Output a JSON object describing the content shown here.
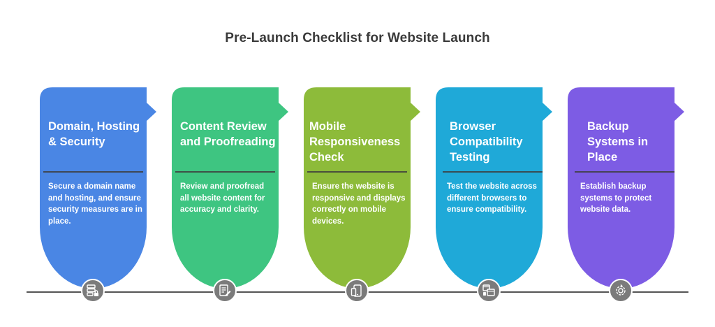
{
  "title": "Pre-Launch Checklist for Website Launch",
  "steps": [
    {
      "heading": "Domain, Hosting & Security",
      "description": "Secure a domain name and hosting, and ensure security measures are in place.",
      "color": "#4a86e4",
      "icon": "server-lock-icon"
    },
    {
      "heading": "Content Review and Proofreading",
      "description": "Review and proofread all website content for accuracy and clarity.",
      "color": "#3ec581",
      "icon": "document-edit-icon"
    },
    {
      "heading": "Mobile Responsiveness Check",
      "description": "Ensure the website is responsive and displays correctly on mobile devices.",
      "color": "#8dbb3a",
      "icon": "devices-icon"
    },
    {
      "heading": "Browser Compatibility Testing",
      "description": "Test the website across different browsers to ensure compatibility.",
      "color": "#1fa9d8",
      "icon": "browser-windows-icon"
    },
    {
      "heading": "Backup Systems in Place",
      "description": "Establish backup systems to protect website data.",
      "color": "#7d5ce4",
      "icon": "backup-gear-icon"
    }
  ]
}
